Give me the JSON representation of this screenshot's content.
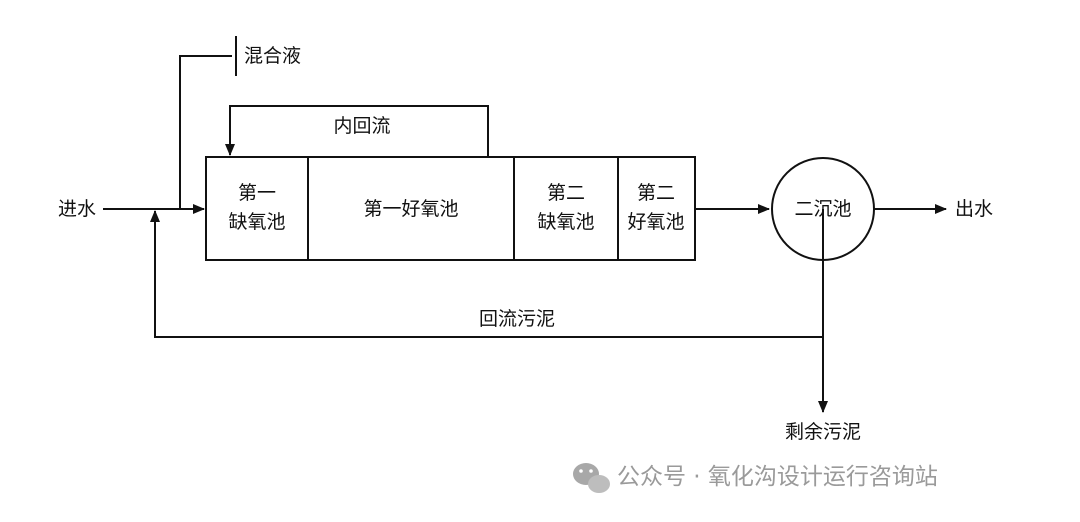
{
  "inputs": {
    "influent": "进水",
    "mixed_liquor": "混合液"
  },
  "reactor": {
    "internal_recycle": "内回流",
    "tanks": [
      {
        "line1": "第一",
        "line2": "缺氧池"
      },
      {
        "line1": "第一好氧池",
        "line2": ""
      },
      {
        "line1": "第二",
        "line2": "缺氧池"
      },
      {
        "line1": "第二",
        "line2": "好氧池"
      }
    ]
  },
  "clarifier": {
    "label": "二沉池"
  },
  "outputs": {
    "effluent": "出水",
    "return_sludge": "回流污泥",
    "excess_sludge": "剩余污泥"
  },
  "watermark": {
    "icon": "wechat-icon",
    "text": "公众号 · 氧化沟设计运行咨询站"
  }
}
